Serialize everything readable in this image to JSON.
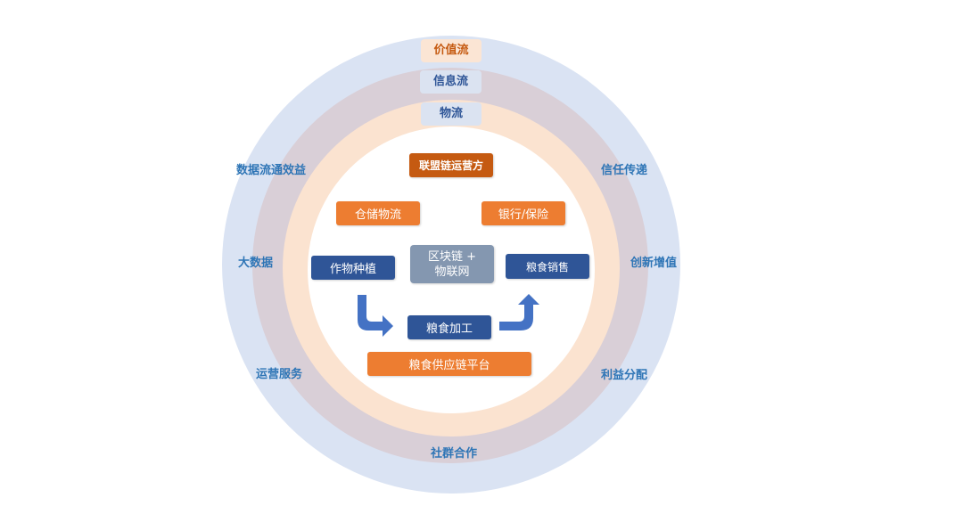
{
  "rings": {
    "value_flow": "价值流",
    "info_flow": "信息流",
    "logistics_flow": "物流"
  },
  "side_labels": {
    "data_benefit": "数据流通效益",
    "big_data": "大数据",
    "operation_service": "运营服务",
    "community": "社群合作",
    "trust": "信任传递",
    "innovation": "创新增值",
    "profit": "利益分配"
  },
  "boxes": {
    "consortium_operator": "联盟链运营方",
    "warehouse_logistics": "仓储物流",
    "bank_insurance": "银行/保险",
    "crop_planting": "作物种植",
    "blockchain_line1": "区块链 +",
    "blockchain_line2": "物联网",
    "grain_sales": "粮食销售",
    "grain_processing": "粮食加工",
    "supply_chain_platform": "粮食供应链平台"
  },
  "colors": {
    "outer_ring": "#dae3f3",
    "middle_ring": "#d9cfd7",
    "inner_ring": "#fbe3d0",
    "navy": "#2f5597",
    "orange": "#ed7d31",
    "dark_orange": "#c55a11",
    "gray": "#8497b0",
    "arrow": "#4472c4",
    "label_blue": "#2e75b6"
  },
  "icons": {
    "left_arrow": "curved-down-right-arrow",
    "right_arrow": "curved-right-up-arrow"
  }
}
